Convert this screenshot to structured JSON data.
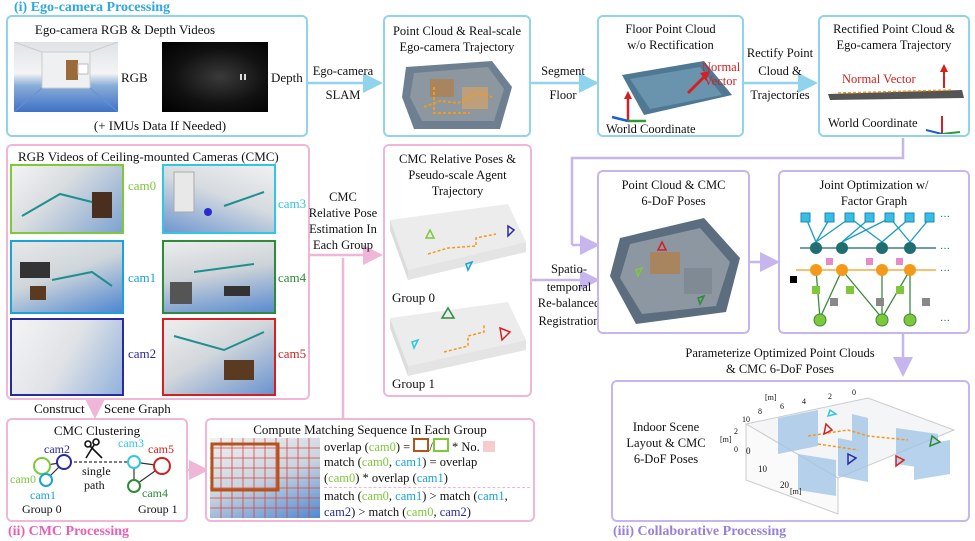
{
  "sections": {
    "ego": "(i) Ego-camera Processing",
    "cmc": "(ii) CMC Processing",
    "collab": "(iii) Collaborative Processing"
  },
  "ego_videos": {
    "title": "Ego-camera RGB & Depth Videos",
    "rgb": "RGB",
    "depth": "Depth",
    "imu": "(+ IMUs Data If Needed)"
  },
  "arrow_slam": {
    "line1": "Ego-camera",
    "line2": "SLAM"
  },
  "point_cloud_traj": {
    "line1": "Point Cloud & Real-scale",
    "line2": "Ego-camera Trajectory"
  },
  "arrow_segment": {
    "line1": "Segment",
    "line2": "Floor"
  },
  "floor_pc": {
    "line1": "Floor Point Cloud",
    "line2": "w/o Rectification",
    "normal1": "Normal",
    "normal2": "Vector",
    "world": "World Coordinate"
  },
  "arrow_rectify": {
    "line1": "Rectify Point",
    "line2": "Cloud &",
    "line3": "Trajectories"
  },
  "rectified": {
    "line1": "Rectified Point Cloud &",
    "line2": "Ego-camera Trajectory",
    "normal": "Normal Vector",
    "world": "World Coordinate"
  },
  "cmc_videos": {
    "title": "RGB Videos of Ceiling-mounted Cameras (CMC)",
    "cams": [
      "cam0",
      "cam1",
      "cam2",
      "cam3",
      "cam4",
      "cam5"
    ]
  },
  "arrow_cmc_pose": {
    "l1": "CMC",
    "l2": "Relative Pose",
    "l3": "Estimation In",
    "l4": "Each Group"
  },
  "cmc_rel": {
    "line1": "CMC Relative Poses &",
    "line2": "Pseudo-scale Agent",
    "line3": "Trajectory",
    "group0": "Group 0",
    "group1": "Group 1"
  },
  "arrow_spatio": {
    "l1": "Spatio-",
    "l2": "temporal",
    "l3": "Re-balanced",
    "l4": "Registration"
  },
  "pc_cmc": {
    "line1": "Point Cloud & CMC",
    "line2": "6-DoF Poses"
  },
  "joint_opt": {
    "line1": "Joint Optimization w/",
    "line2": "Factor Graph"
  },
  "param": {
    "line1": "Parameterize Optimized Point Clouds",
    "line2": "& CMC 6-DoF Poses"
  },
  "layout_box": {
    "line1": "Indoor Scene",
    "line2": "Layout & CMC",
    "line3": "6-DoF Poses",
    "axis_m": "[m]",
    "ticks_x": [
      "0",
      "10",
      "20"
    ],
    "ticks_y": [
      "10",
      "8",
      "6",
      "4",
      "2",
      "0"
    ],
    "ticks_z": [
      "2",
      "0"
    ]
  },
  "construct": {
    "left": "Construct",
    "right": "Scene Graph"
  },
  "clustering": {
    "title": "CMC Clustering",
    "single1": "single",
    "single2": "path",
    "group0": "Group 0",
    "group1": "Group 1",
    "cams": [
      "cam0",
      "cam1",
      "cam2",
      "cam3",
      "cam4",
      "cam5"
    ]
  },
  "matching": {
    "title": "Compute Matching Sequence In Each Group",
    "l1_a": "overlap (",
    "l1_cam": "cam0",
    "l1_b": ") = ",
    "l1_c": " * No. ",
    "l2_a": "match (",
    "l2_cam0": "cam0",
    "l2_sep": ", ",
    "l2_cam1": "cam1",
    "l2_b": ") = overlap",
    "l3_a": "(",
    "l3_cam0": "cam0",
    "l3_b": ") * overlap (",
    "l3_cam1": "cam1",
    "l3_c": ")",
    "l4_a": "match (",
    "l4_cam0": "cam0",
    "l4_sep": ", ",
    "l4_cam1": "cam1",
    "l4_b": ") > match (",
    "l4_cam1b": "cam1",
    "l4_c": ",",
    "l5_cam2": "cam2",
    "l5_a": ") > match (",
    "l5_cam0": "cam0",
    "l5_sep": ", ",
    "l5_cam2b": "cam2",
    "l5_b": ")"
  },
  "colors": {
    "cam0": "#7ec83a",
    "cam1": "#1aa3d6",
    "cam2": "#2a2aa0",
    "cam3": "#33c6e0",
    "cam4": "#2e8b3a",
    "cam5": "#d42020",
    "section_blue": "#2fa8e0",
    "section_pink": "#e85fb3",
    "section_lav": "#9a7fd6"
  }
}
